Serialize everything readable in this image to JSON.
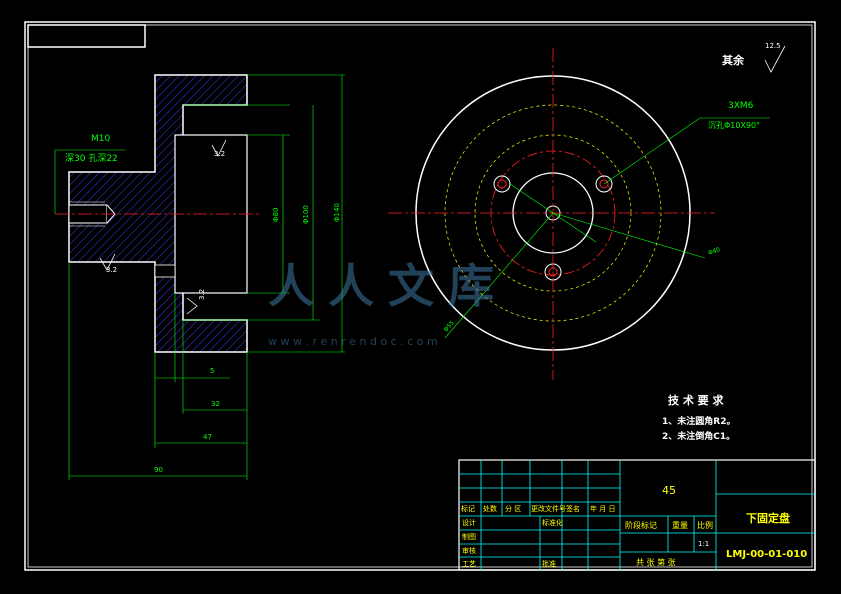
{
  "drawing": {
    "roughness_note": "其余",
    "roughness_value": "12.5",
    "surface_finish": "3.2",
    "thread_left": "M10",
    "thread_left_note": "深30 孔深22",
    "thread_right": "3XM6",
    "thread_right_note": "沉孔Φ10X90°",
    "dim_bore": "Φ80",
    "dim_pitch": "Φ100",
    "dim_outer": "Φ140",
    "dim_5": "5",
    "dim_32": "32",
    "dim_47": "47",
    "dim_90": "90",
    "dim_circle_40": "Φ40",
    "dim_circle_55": "Φ55"
  },
  "tech_req": {
    "title": "技 术 要 求",
    "items": [
      "1、未注圆角R2。",
      "2、未注倒角C1。"
    ]
  },
  "title_block": {
    "material": "45",
    "part_name": "下固定盘",
    "drawing_no": "LMJ-00-01-010",
    "scale": "1:1",
    "rev_headers": [
      "标记",
      "处数",
      "分 区",
      "更改文件号",
      "签名",
      "年 月 日"
    ],
    "row_design": "设计",
    "row_standard": "标准化",
    "row_drawing": "制图",
    "row_review": "审核",
    "row_process": "工艺",
    "row_approve": "批准",
    "stage_label": "阶段标记",
    "weight_label": "重量",
    "scale_label": "比例",
    "sheets": "共  张  第  张"
  },
  "watermark": {
    "text": "人人文库",
    "url": "w w w . r e n r e n d o c . c o m"
  },
  "colors": {
    "frame": "#ffffff",
    "hatch": "#3a3aff",
    "dimension": "#00ff00",
    "center": "#ff2020",
    "hidden": "#ffff00",
    "table": "#00ffff"
  }
}
